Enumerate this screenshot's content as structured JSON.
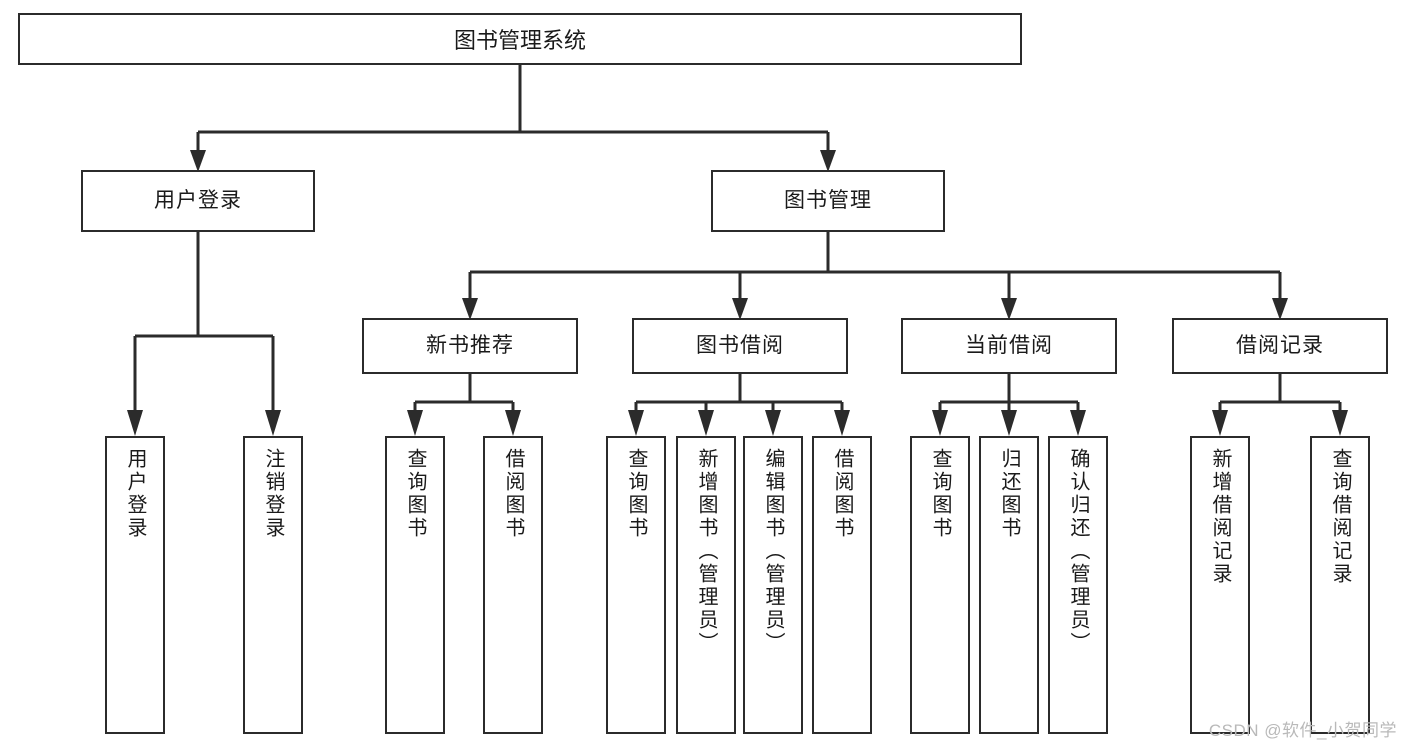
{
  "diagram": {
    "title": "图书管理系统",
    "type": "tree-hierarchy-chart",
    "root": {
      "id": "root",
      "label": "图书管理系统"
    },
    "level2": [
      {
        "id": "user-login",
        "label": "用户登录"
      },
      {
        "id": "book-manage",
        "label": "图书管理"
      }
    ],
    "level3": [
      {
        "id": "new-book-recommend",
        "label": "新书推荐"
      },
      {
        "id": "book-borrow",
        "label": "图书借阅"
      },
      {
        "id": "current-borrow",
        "label": "当前借阅"
      },
      {
        "id": "borrow-record",
        "label": "借阅记录"
      }
    ],
    "leaves": [
      {
        "id": "leaf-user-login",
        "label": "用户登录",
        "parent": "user-login"
      },
      {
        "id": "leaf-logout-login",
        "label": "注销登录",
        "parent": "user-login"
      },
      {
        "id": "leaf-query-book-1",
        "label": "查询图书",
        "parent": "new-book-recommend"
      },
      {
        "id": "leaf-borrow-book-1",
        "label": "借阅图书",
        "parent": "new-book-recommend"
      },
      {
        "id": "leaf-query-book-2",
        "label": "查询图书",
        "parent": "book-borrow"
      },
      {
        "id": "leaf-add-book",
        "label": "新增图书（管理员）",
        "parent": "book-borrow"
      },
      {
        "id": "leaf-edit-book",
        "label": "编辑图书（管理员）",
        "parent": "book-borrow"
      },
      {
        "id": "leaf-borrow-book-2",
        "label": "借阅图书",
        "parent": "book-borrow"
      },
      {
        "id": "leaf-query-book-3",
        "label": "查询图书",
        "parent": "current-borrow"
      },
      {
        "id": "leaf-return-book",
        "label": "归还图书",
        "parent": "current-borrow"
      },
      {
        "id": "leaf-confirm-return",
        "label": "确认归还（管理员）",
        "parent": "current-borrow"
      },
      {
        "id": "leaf-add-record",
        "label": "新增借阅记录",
        "parent": "borrow-record"
      },
      {
        "id": "leaf-query-record",
        "label": "查询借阅记录",
        "parent": "borrow-record"
      }
    ]
  },
  "watermark": {
    "text": "CSDN @软件_小贺同学"
  },
  "colors": {
    "stroke": "#2b2b2b",
    "fill": "#ffffff",
    "text": "#1a1a1a",
    "watermark": "#b9b9b9"
  }
}
